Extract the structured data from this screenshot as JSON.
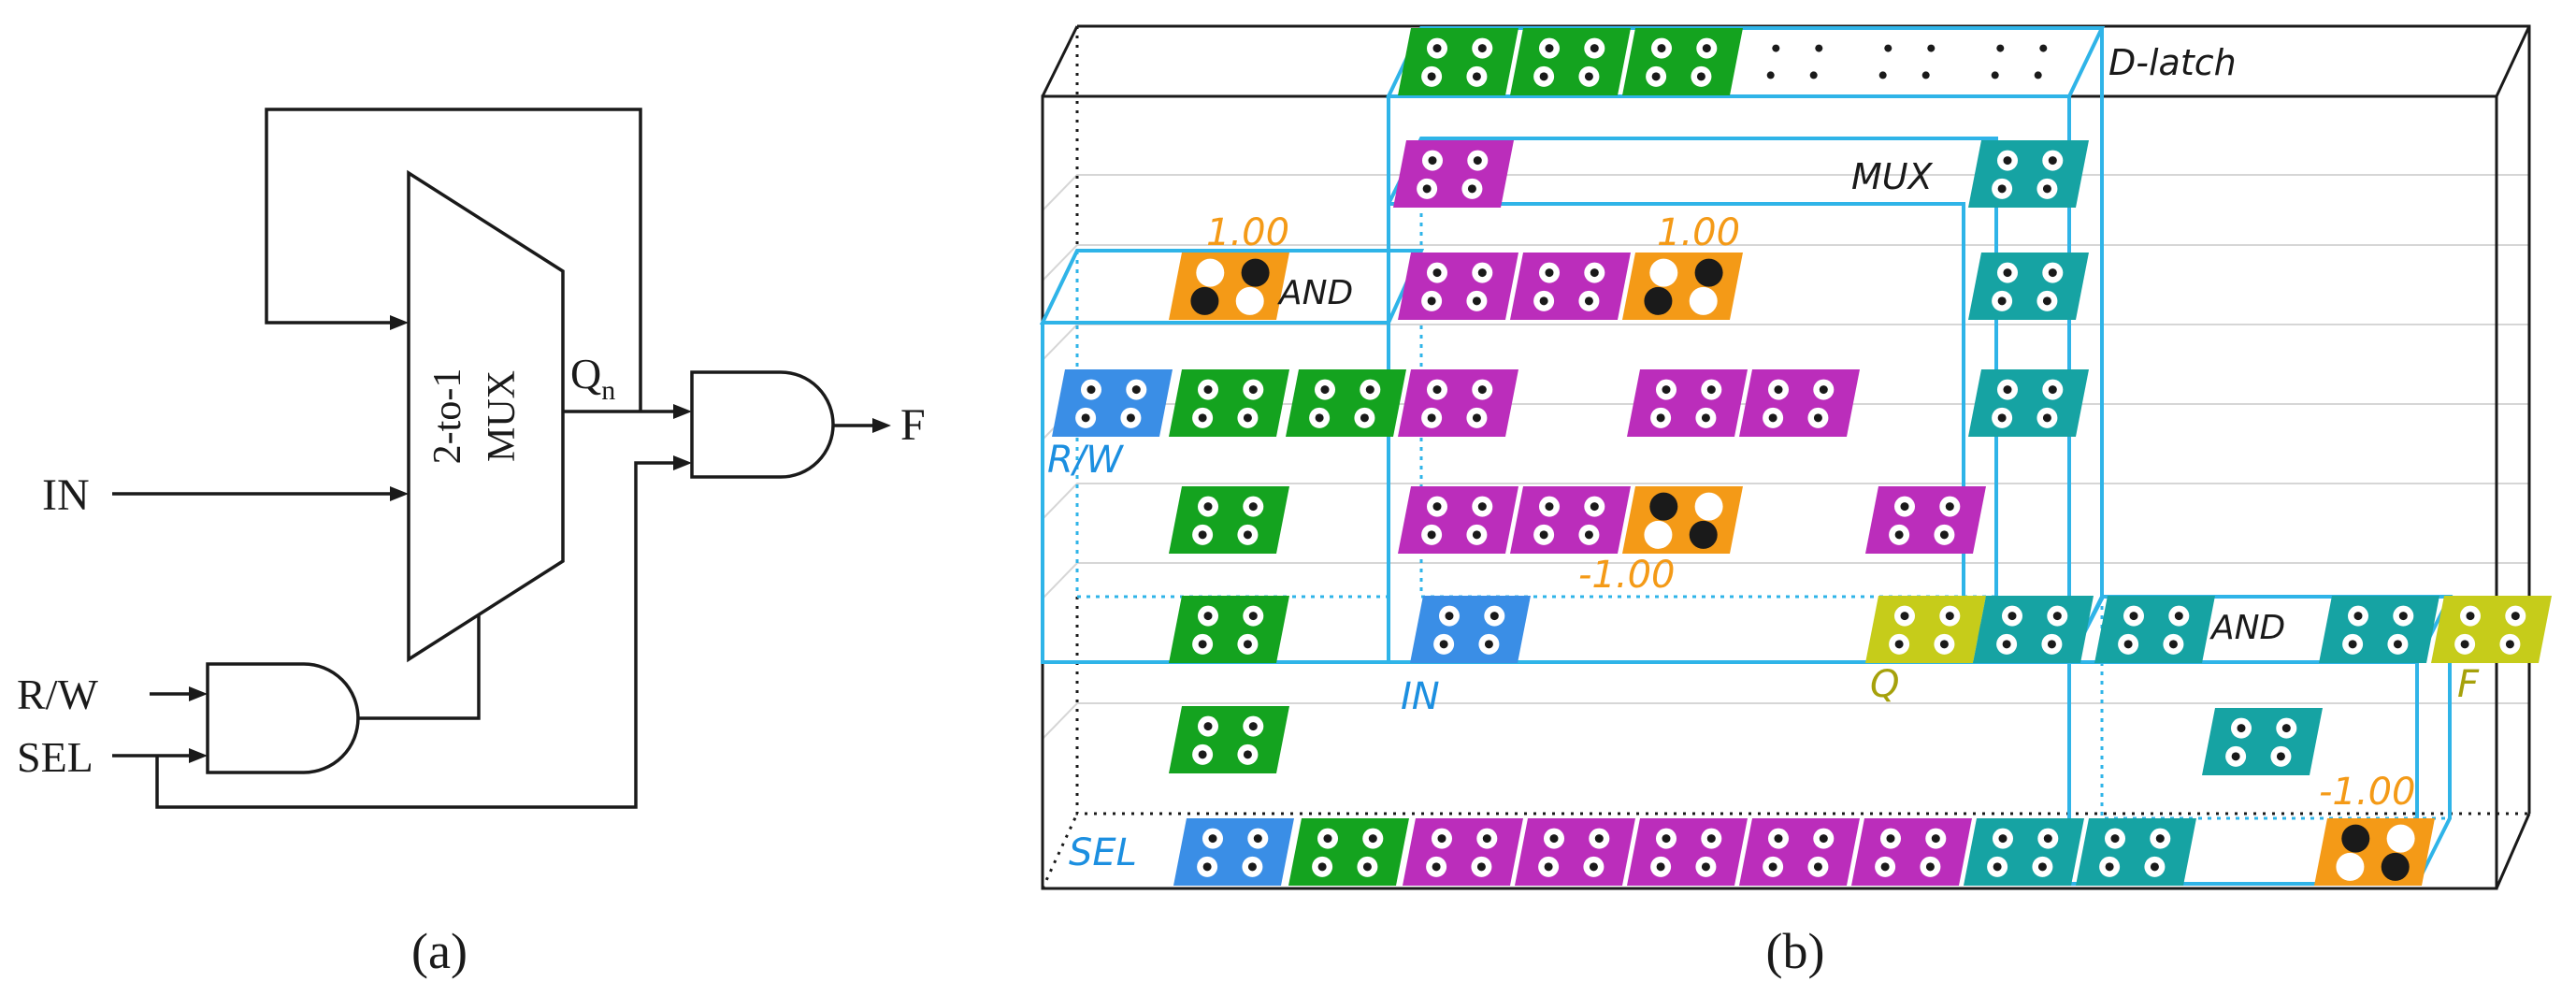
{
  "colors": {
    "green": "#14a31f",
    "magenta": "#bb2dbb",
    "teal": "#16a3a3",
    "blue": "#3a8ee6",
    "yellow": "#c6cc1a",
    "orange": "#f49a17",
    "box_outline": "#2fb4e8",
    "weight_text": "#f49a17",
    "label_blue": "#1c8fe0",
    "label_olive": "#a6a10b"
  },
  "panel_a": {
    "mux_line1": "2-to-1",
    "mux_line2": "MUX",
    "q_label": "Q",
    "q_subscript": "n",
    "in_label": "IN",
    "f_label": "F",
    "rw_label": "R/W",
    "sel_label": "SEL",
    "caption": "(a)"
  },
  "panel_b": {
    "dlatch_label": "D-latch",
    "mux_label": "MUX",
    "and_label_left": "AND",
    "and_label_right": "AND",
    "weight_top_left": "1.00",
    "weight_top_mid": "1.00",
    "weight_mid": "-1.00",
    "weight_bottom_right": "-1.00",
    "rw_label": "R/W",
    "in_label": "IN",
    "q_label": "Q",
    "f_label": "F",
    "sel_label": "SEL",
    "caption": "(b)"
  }
}
